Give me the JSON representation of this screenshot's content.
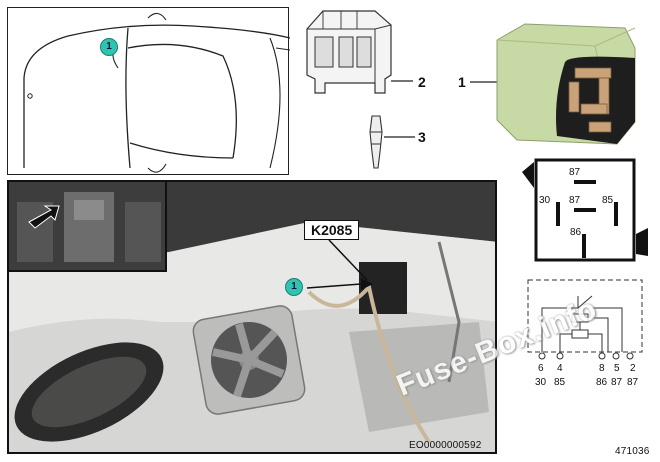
{
  "car_callout": "1",
  "photo_callout": "1",
  "part_labels": {
    "connector": "2",
    "terminal": "3",
    "relay": "1"
  },
  "component_id": "K2085",
  "relay_face_pins": {
    "top": "87",
    "left": "30",
    "center": "87",
    "right": "85",
    "bottom": "86"
  },
  "schematic_pins": [
    {
      "num": "6",
      "term": "30"
    },
    {
      "num": "4",
      "term": "85"
    },
    {
      "num": "8",
      "term": "86"
    },
    {
      "num": "5",
      "term": "87"
    },
    {
      "num": "2",
      "term": "87"
    }
  ],
  "photo_code": "EO0000000592",
  "figure_number": "471036",
  "watermark": "Fuse-Box.info",
  "colors": {
    "callout": "#2fc4b2",
    "relay_body": "#c7d9a4",
    "watermark": "#ffffff"
  }
}
